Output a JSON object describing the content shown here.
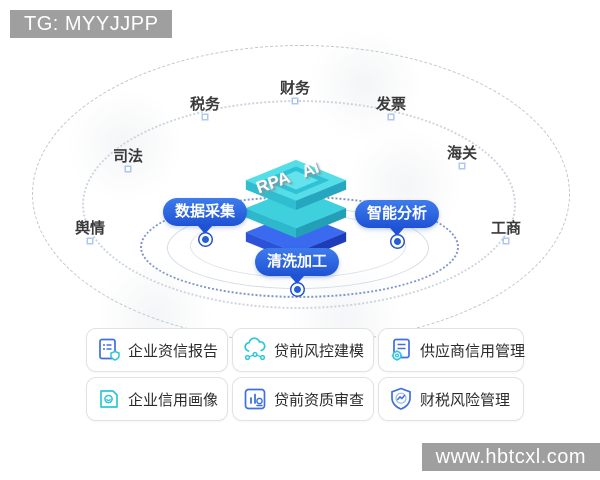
{
  "page": {
    "tg_watermark": "TG: MYYJJPP",
    "site_watermark": "www.hbtcxl.com"
  },
  "diagram": {
    "core_stack": {
      "tech_labels": [
        {
          "label": "RPA"
        },
        {
          "label": "AI"
        }
      ],
      "layer_colors": [
        "#56dee8",
        "#3fd0de",
        "#2e62e8"
      ]
    },
    "stages": [
      {
        "label": "数据采集"
      },
      {
        "label": "智能分析"
      },
      {
        "label": "清洗加工"
      }
    ],
    "sources": [
      {
        "label": "税务"
      },
      {
        "label": "财务"
      },
      {
        "label": "发票"
      },
      {
        "label": "司法"
      },
      {
        "label": "海关"
      },
      {
        "label": "舆情"
      },
      {
        "label": "工商"
      }
    ]
  },
  "applications": [
    {
      "label": "企业资信报告",
      "icon": "credit-report-icon"
    },
    {
      "label": "贷前风控建模",
      "icon": "cloud-network-icon"
    },
    {
      "label": "供应商信用管理",
      "icon": "document-gear-icon"
    },
    {
      "label": "企业信用画像",
      "icon": "portrait-image-icon"
    },
    {
      "label": "贷前资质审查",
      "icon": "chart-review-icon"
    },
    {
      "label": "财税风险管理",
      "icon": "shield-check-icon"
    }
  ],
  "colors": {
    "stage_badge_top": "#3e7cec",
    "stage_badge_bottom": "#1e52d4",
    "node_dot": "#2563d9",
    "watermark_bg": "#9f9f9f",
    "accent_blue": "#3f6fe2",
    "accent_cyan": "#2cc6da"
  }
}
